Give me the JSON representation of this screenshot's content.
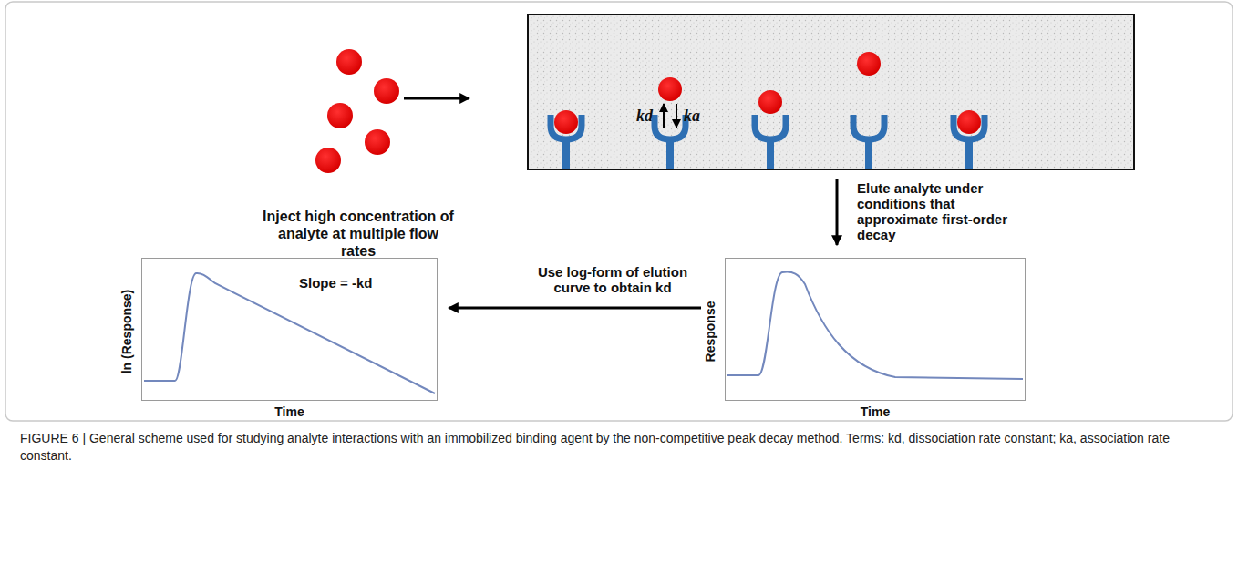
{
  "diagram": {
    "caption": "FIGURE 6 | General scheme used for studying analyte interactions with an immobilized binding agent by the non-competitive peak decay method. Terms: kd, dissociation rate constant; ka, association rate constant.",
    "nodes": [
      {
        "text": [
          "kd",
          "ka"
        ]
      },
      {
        "text": [
          "Slope = -kd",
          "ln (Response)",
          "Time"
        ]
      },
      {
        "text": [
          "Response",
          "Time"
        ]
      }
    ],
    "edges": [
      {
        "from": 0,
        "to": 2,
        "arrow": "to",
        "label": "Elute analyte under conditions that approximate first-order decay"
      },
      {
        "from": 2,
        "to": 1,
        "arrow": "to",
        "label": "Use log-form of elution curve to obtain kd"
      }
    ],
    "labels": [
      "Inject high concentration of analyte at multiple flow rates"
    ]
  }
}
